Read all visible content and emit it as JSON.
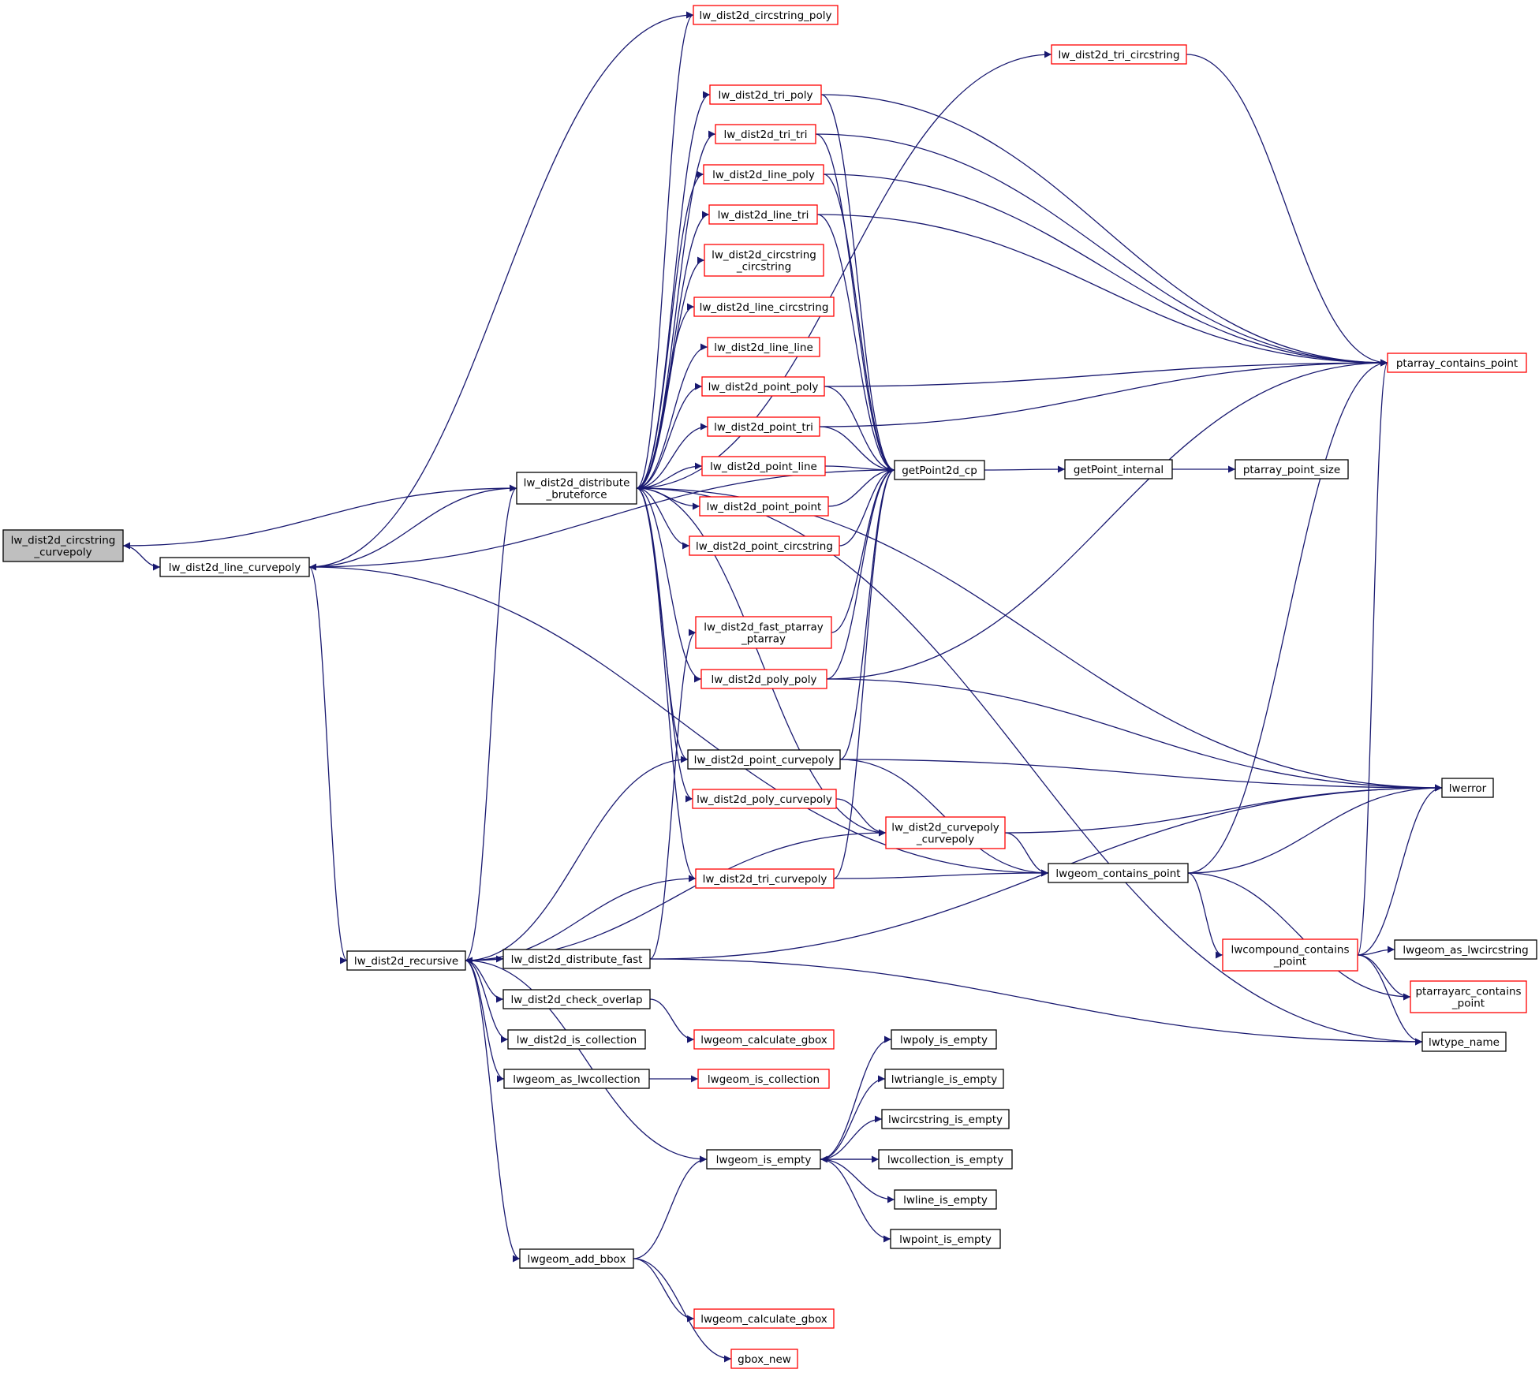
{
  "colors": {
    "edge": "#191970",
    "box_black": "#000000",
    "box_red": "#ff0000",
    "root_fill": "#bfbfbf",
    "fill": "#ffffff"
  },
  "nodes": [
    {
      "id": "root",
      "lines": [
        "lw_dist2d_circstring",
        "_curvepoly"
      ],
      "border": "black",
      "fill": "root"
    },
    {
      "id": "line_curvepoly",
      "lines": [
        "lw_dist2d_line_curvepoly"
      ],
      "border": "black"
    },
    {
      "id": "bruteforce",
      "lines": [
        "lw_dist2d_distribute",
        "_bruteforce"
      ],
      "border": "black"
    },
    {
      "id": "recursive",
      "lines": [
        "lw_dist2d_recursive"
      ],
      "border": "black"
    },
    {
      "id": "circstring_poly",
      "lines": [
        "lw_dist2d_circstring_poly"
      ],
      "border": "red"
    },
    {
      "id": "tri_circstring",
      "lines": [
        "lw_dist2d_tri_circstring"
      ],
      "border": "red"
    },
    {
      "id": "tri_poly",
      "lines": [
        "lw_dist2d_tri_poly"
      ],
      "border": "red"
    },
    {
      "id": "tri_tri",
      "lines": [
        "lw_dist2d_tri_tri"
      ],
      "border": "red"
    },
    {
      "id": "line_poly",
      "lines": [
        "lw_dist2d_line_poly"
      ],
      "border": "red"
    },
    {
      "id": "line_tri",
      "lines": [
        "lw_dist2d_line_tri"
      ],
      "border": "red"
    },
    {
      "id": "circ_circ",
      "lines": [
        "lw_dist2d_circstring",
        "_circstring"
      ],
      "border": "red"
    },
    {
      "id": "line_circstring",
      "lines": [
        "lw_dist2d_line_circstring"
      ],
      "border": "red"
    },
    {
      "id": "line_line",
      "lines": [
        "lw_dist2d_line_line"
      ],
      "border": "red"
    },
    {
      "id": "point_poly",
      "lines": [
        "lw_dist2d_point_poly"
      ],
      "border": "red"
    },
    {
      "id": "point_tri",
      "lines": [
        "lw_dist2d_point_tri"
      ],
      "border": "red"
    },
    {
      "id": "point_line",
      "lines": [
        "lw_dist2d_point_line"
      ],
      "border": "red"
    },
    {
      "id": "point_point",
      "lines": [
        "lw_dist2d_point_point"
      ],
      "border": "red"
    },
    {
      "id": "point_circstring",
      "lines": [
        "lw_dist2d_point_circstring"
      ],
      "border": "red"
    },
    {
      "id": "fast_ptarray",
      "lines": [
        "lw_dist2d_fast_ptarray",
        "_ptarray"
      ],
      "border": "red"
    },
    {
      "id": "poly_poly",
      "lines": [
        "lw_dist2d_poly_poly"
      ],
      "border": "red"
    },
    {
      "id": "point_curvepoly",
      "lines": [
        "lw_dist2d_point_curvepoly"
      ],
      "border": "black"
    },
    {
      "id": "poly_curvepoly",
      "lines": [
        "lw_dist2d_poly_curvepoly"
      ],
      "border": "red"
    },
    {
      "id": "curvepoly_curvepoly",
      "lines": [
        "lw_dist2d_curvepoly",
        "_curvepoly"
      ],
      "border": "red"
    },
    {
      "id": "tri_curvepoly",
      "lines": [
        "lw_dist2d_tri_curvepoly"
      ],
      "border": "red"
    },
    {
      "id": "distribute_fast",
      "lines": [
        "lw_dist2d_distribute_fast"
      ],
      "border": "black"
    },
    {
      "id": "check_overlap",
      "lines": [
        "lw_dist2d_check_overlap"
      ],
      "border": "black"
    },
    {
      "id": "is_collection",
      "lines": [
        "lw_dist2d_is_collection"
      ],
      "border": "black"
    },
    {
      "id": "as_lwcollection",
      "lines": [
        "lwgeom_as_lwcollection"
      ],
      "border": "black"
    },
    {
      "id": "calc_gbox1",
      "lines": [
        "lwgeom_calculate_gbox"
      ],
      "border": "red"
    },
    {
      "id": "is_collection2",
      "lines": [
        "lwgeom_is_collection"
      ],
      "border": "red"
    },
    {
      "id": "is_empty",
      "lines": [
        "lwgeom_is_empty"
      ],
      "border": "black"
    },
    {
      "id": "add_bbox",
      "lines": [
        "lwgeom_add_bbox"
      ],
      "border": "black"
    },
    {
      "id": "calc_gbox2",
      "lines": [
        "lwgeom_calculate_gbox"
      ],
      "border": "red"
    },
    {
      "id": "gbox_new",
      "lines": [
        "gbox_new"
      ],
      "border": "red"
    },
    {
      "id": "getpoint2d_cp",
      "lines": [
        "getPoint2d_cp"
      ],
      "border": "black"
    },
    {
      "id": "getpoint_internal",
      "lines": [
        "getPoint_internal"
      ],
      "border": "black"
    },
    {
      "id": "ptarray_point_size",
      "lines": [
        "ptarray_point_size"
      ],
      "border": "black"
    },
    {
      "id": "ptarray_contains_point",
      "lines": [
        "ptarray_contains_point"
      ],
      "border": "red"
    },
    {
      "id": "lwerror",
      "lines": [
        "lwerror"
      ],
      "border": "black"
    },
    {
      "id": "contains_point",
      "lines": [
        "lwgeom_contains_point"
      ],
      "border": "black"
    },
    {
      "id": "compound_contains",
      "lines": [
        "lwcompound_contains",
        "_point"
      ],
      "border": "red"
    },
    {
      "id": "as_lwcircstring",
      "lines": [
        "lwgeom_as_lwcircstring"
      ],
      "border": "black"
    },
    {
      "id": "ptarrayarc_contains",
      "lines": [
        "ptarrayarc_contains",
        "_point"
      ],
      "border": "red"
    },
    {
      "id": "lwtype_name",
      "lines": [
        "lwtype_name"
      ],
      "border": "black"
    },
    {
      "id": "poly_is_empty",
      "lines": [
        "lwpoly_is_empty"
      ],
      "border": "black"
    },
    {
      "id": "triangle_is_empty",
      "lines": [
        "lwtriangle_is_empty"
      ],
      "border": "black"
    },
    {
      "id": "circstring_is_empty",
      "lines": [
        "lwcircstring_is_empty"
      ],
      "border": "black"
    },
    {
      "id": "collection_is_empty",
      "lines": [
        "lwcollection_is_empty"
      ],
      "border": "black"
    },
    {
      "id": "line_is_empty",
      "lines": [
        "lwline_is_empty"
      ],
      "border": "black"
    },
    {
      "id": "point_is_empty",
      "lines": [
        "lwpoint_is_empty"
      ],
      "border": "black"
    }
  ],
  "edges": [
    [
      "root",
      "line_curvepoly"
    ],
    [
      "line_curvepoly",
      "circstring_poly"
    ],
    [
      "line_curvepoly",
      "getpoint2d_cp"
    ],
    [
      "line_curvepoly",
      "recursive"
    ],
    [
      "line_curvepoly",
      "contains_point"
    ],
    [
      "recursive",
      "bruteforce"
    ],
    [
      "recursive",
      "distribute_fast"
    ],
    [
      "recursive",
      "check_overlap"
    ],
    [
      "recursive",
      "is_collection"
    ],
    [
      "recursive",
      "as_lwcollection"
    ],
    [
      "recursive",
      "is_empty"
    ],
    [
      "recursive",
      "add_bbox"
    ],
    [
      "bruteforce",
      "root"
    ],
    [
      "bruteforce",
      "line_curvepoly"
    ],
    [
      "bruteforce",
      "circstring_poly"
    ],
    [
      "bruteforce",
      "tri_circstring"
    ],
    [
      "bruteforce",
      "tri_poly"
    ],
    [
      "bruteforce",
      "tri_tri"
    ],
    [
      "bruteforce",
      "line_poly"
    ],
    [
      "bruteforce",
      "line_tri"
    ],
    [
      "bruteforce",
      "circ_circ"
    ],
    [
      "bruteforce",
      "line_circstring"
    ],
    [
      "bruteforce",
      "line_line"
    ],
    [
      "bruteforce",
      "point_poly"
    ],
    [
      "bruteforce",
      "point_tri"
    ],
    [
      "bruteforce",
      "point_line"
    ],
    [
      "bruteforce",
      "point_point"
    ],
    [
      "bruteforce",
      "point_circstring"
    ],
    [
      "bruteforce",
      "poly_poly"
    ],
    [
      "bruteforce",
      "point_curvepoly"
    ],
    [
      "bruteforce",
      "poly_curvepoly"
    ],
    [
      "bruteforce",
      "curvepoly_curvepoly"
    ],
    [
      "bruteforce",
      "tri_curvepoly"
    ],
    [
      "bruteforce",
      "lwerror"
    ],
    [
      "bruteforce",
      "lwtype_name"
    ],
    [
      "tri_circstring",
      "ptarray_contains_point"
    ],
    [
      "tri_poly",
      "ptarray_contains_point"
    ],
    [
      "tri_poly",
      "getpoint2d_cp"
    ],
    [
      "tri_tri",
      "ptarray_contains_point"
    ],
    [
      "tri_tri",
      "getpoint2d_cp"
    ],
    [
      "line_poly",
      "ptarray_contains_point"
    ],
    [
      "line_poly",
      "getpoint2d_cp"
    ],
    [
      "line_tri",
      "ptarray_contains_point"
    ],
    [
      "line_tri",
      "getpoint2d_cp"
    ],
    [
      "point_poly",
      "ptarray_contains_point"
    ],
    [
      "point_poly",
      "getpoint2d_cp"
    ],
    [
      "point_tri",
      "ptarray_contains_point"
    ],
    [
      "point_tri",
      "getpoint2d_cp"
    ],
    [
      "point_line",
      "getpoint2d_cp"
    ],
    [
      "point_point",
      "getpoint2d_cp"
    ],
    [
      "point_circstring",
      "getpoint2d_cp"
    ],
    [
      "fast_ptarray",
      "getpoint2d_cp"
    ],
    [
      "poly_poly",
      "getpoint2d_cp"
    ],
    [
      "poly_poly",
      "ptarray_contains_point"
    ],
    [
      "poly_poly",
      "lwerror"
    ],
    [
      "point_curvepoly",
      "getpoint2d_cp"
    ],
    [
      "point_curvepoly",
      "lwerror"
    ],
    [
      "point_curvepoly",
      "contains_point"
    ],
    [
      "point_curvepoly",
      "recursive"
    ],
    [
      "poly_curvepoly",
      "curvepoly_curvepoly"
    ],
    [
      "curvepoly_curvepoly",
      "lwerror"
    ],
    [
      "curvepoly_curvepoly",
      "contains_point"
    ],
    [
      "curvepoly_curvepoly",
      "recursive"
    ],
    [
      "tri_curvepoly",
      "getpoint2d_cp"
    ],
    [
      "tri_curvepoly",
      "contains_point"
    ],
    [
      "tri_curvepoly",
      "recursive"
    ],
    [
      "distribute_fast",
      "fast_ptarray"
    ],
    [
      "distribute_fast",
      "lwerror"
    ],
    [
      "distribute_fast",
      "lwtype_name"
    ],
    [
      "check_overlap",
      "calc_gbox1"
    ],
    [
      "as_lwcollection",
      "is_collection2"
    ],
    [
      "add_bbox",
      "is_empty"
    ],
    [
      "add_bbox",
      "calc_gbox2"
    ],
    [
      "add_bbox",
      "gbox_new"
    ],
    [
      "is_empty",
      "poly_is_empty"
    ],
    [
      "is_empty",
      "triangle_is_empty"
    ],
    [
      "is_empty",
      "circstring_is_empty"
    ],
    [
      "is_empty",
      "collection_is_empty"
    ],
    [
      "is_empty",
      "line_is_empty"
    ],
    [
      "is_empty",
      "point_is_empty"
    ],
    [
      "collection_is_empty",
      "is_empty"
    ],
    [
      "getpoint2d_cp",
      "getpoint_internal"
    ],
    [
      "getpoint_internal",
      "ptarray_point_size"
    ],
    [
      "contains_point",
      "ptarray_contains_point"
    ],
    [
      "contains_point",
      "lwerror"
    ],
    [
      "contains_point",
      "compound_contains"
    ],
    [
      "contains_point",
      "ptarrayarc_contains"
    ],
    [
      "compound_contains",
      "ptarray_contains_point"
    ],
    [
      "compound_contains",
      "lwerror"
    ],
    [
      "compound_contains",
      "as_lwcircstring"
    ],
    [
      "compound_contains",
      "ptarrayarc_contains"
    ],
    [
      "compound_contains",
      "lwtype_name"
    ]
  ]
}
